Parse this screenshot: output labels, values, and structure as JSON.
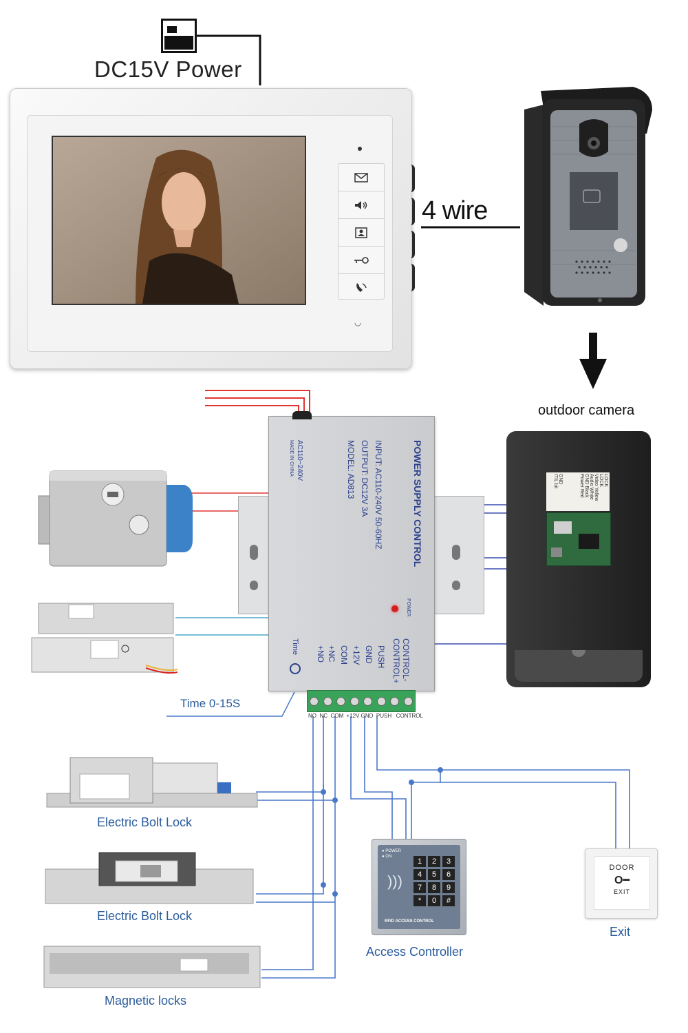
{
  "power": {
    "label": "DC15V Power"
  },
  "monitor": {
    "buttons": [
      "message-icon",
      "volume-icon",
      "monitor-icon",
      "unlock-key-icon",
      "talk-handset-icon"
    ]
  },
  "wire": {
    "label": "4 wire"
  },
  "camera": {
    "label": "outdoor camera"
  },
  "camera_back": {
    "terminals": [
      "LOCK",
      "LOCK",
      "Video Yellow",
      "Audio White",
      "GND Black",
      "Power Red"
    ],
    "terminals2": [
      "GND",
      "ITIL bit"
    ]
  },
  "psu": {
    "title": "POWER SUPPLY CONTROL",
    "input": "INPUT: AC110-240V  50-60HZ",
    "output": "OUTPUT: DC12V 3A",
    "model": "MODEL: AD813",
    "ac": "AC110~240V",
    "made": "MADE IN CHINA",
    "power_led": "POWER",
    "terminals": [
      "CONTROL-",
      "CONTROL+",
      "PUSH",
      "GND",
      "+12V",
      "COM",
      "+NC",
      "+NO"
    ],
    "time_text": "Time",
    "bottom_terminals": "NO  NC  COM  +12V GND  PUSH   CONTROL"
  },
  "time_label": "Time 0-15S",
  "locks": {
    "bolt1": "Electric Bolt Lock",
    "bolt2": "Electric Bolt Lock",
    "magnetic": "Magnetic locks"
  },
  "access": {
    "label": "Access Controller",
    "keys": [
      "1",
      "2",
      "3",
      "4",
      "5",
      "6",
      "7",
      "8",
      "9",
      "*",
      "0",
      "#"
    ],
    "led1": "POWER",
    "led2": "ON",
    "brand": "RFID ACCESS CONTROL"
  },
  "exit": {
    "label": "Exit",
    "door": "DOOR",
    "exit_text": "EXIT"
  },
  "colors": {
    "wire_red": "#e23434",
    "wire_blue": "#4a78c8",
    "label_blue": "#2b5c9c"
  }
}
